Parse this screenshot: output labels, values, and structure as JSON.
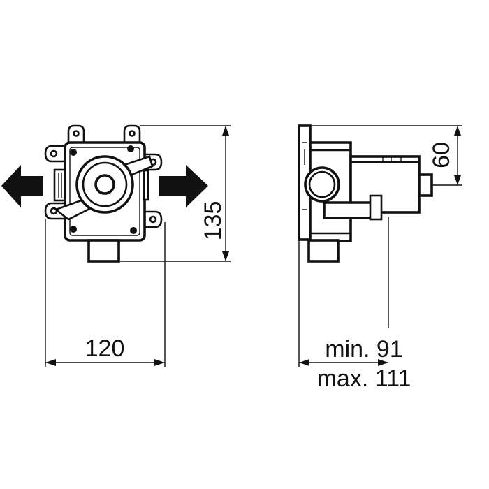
{
  "dimensions": {
    "height": "135",
    "width": "120",
    "depth_min": "min. 91",
    "depth_max": "max. 111",
    "top_offset": "60"
  },
  "colors": {
    "line": "#111111",
    "background": "#ffffff"
  }
}
